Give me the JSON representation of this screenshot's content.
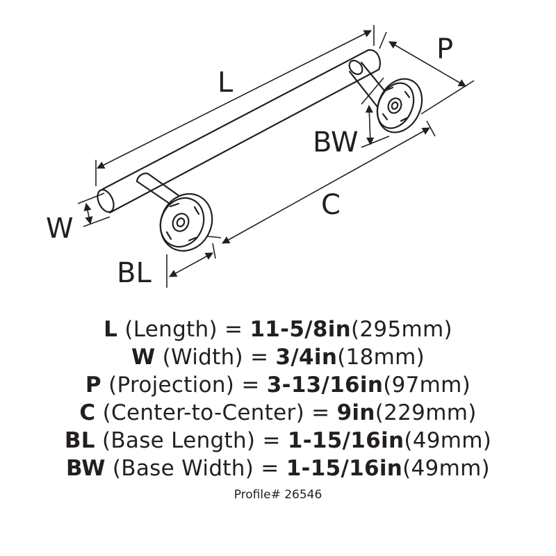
{
  "diagram": {
    "labels": {
      "length": "L",
      "width": "W",
      "projection": "P",
      "base_width": "BW",
      "center": "C",
      "base_length": "BL"
    }
  },
  "specs": [
    {
      "code": "L",
      "desc": " (Length) = ",
      "imperial": "11-5/8in",
      "metric": "(295mm)"
    },
    {
      "code": "W",
      "desc": " (Width) = ",
      "imperial": "3/4in",
      "metric": "(18mm)"
    },
    {
      "code": "P",
      "desc": " (Projection) = ",
      "imperial": "3-13/16in",
      "metric": "(97mm)"
    },
    {
      "code": "C",
      "desc": " (Center-to-Center) = ",
      "imperial": "9in",
      "metric": "(229mm)"
    },
    {
      "code": "BL",
      "desc": " (Base Length) = ",
      "imperial": "1-15/16in",
      "metric": "(49mm)"
    },
    {
      "code": "BW",
      "desc": " (Base Width) = ",
      "imperial": "1-15/16in",
      "metric": "(49mm)"
    }
  ],
  "profile": "Profile# 26546",
  "colors": {
    "ink": "#231f20",
    "background": "#ffffff"
  }
}
